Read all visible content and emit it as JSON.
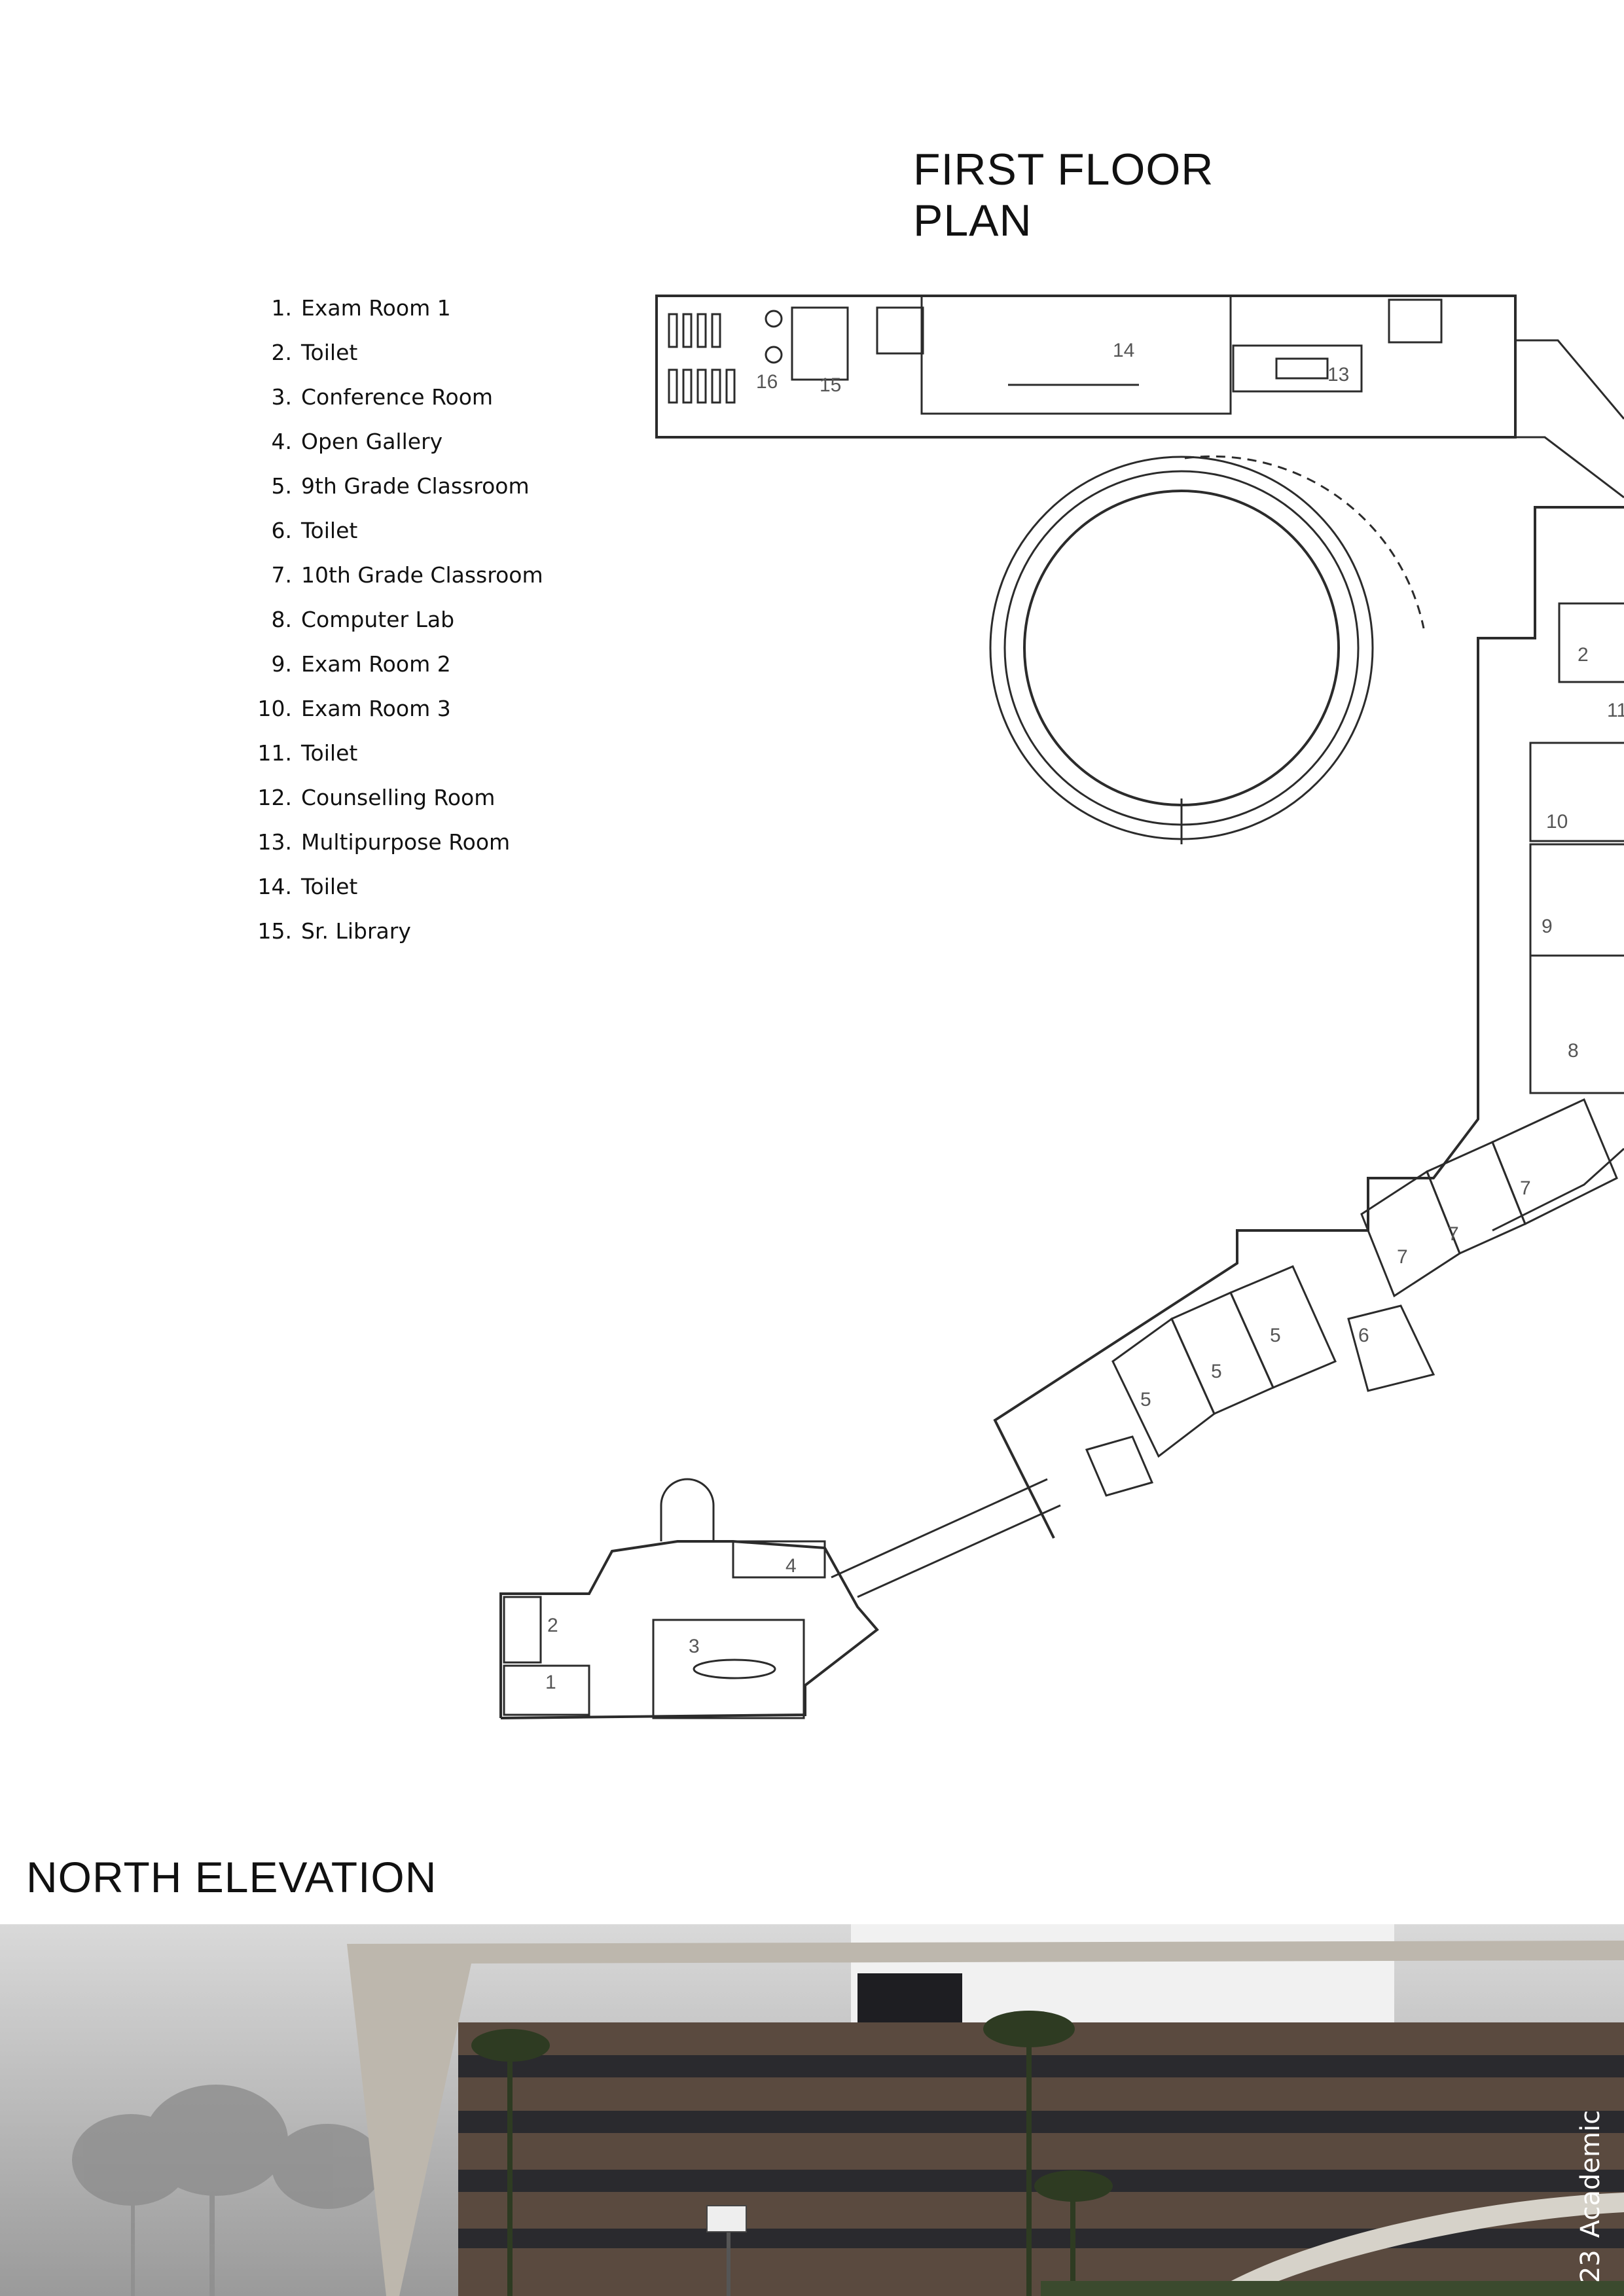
{
  "plan_title": "FIRST FLOOR PLAN",
  "elevation_title": "NORTH ELEVATION",
  "legend": [
    {
      "num": "1.",
      "label": "Exam Room 1"
    },
    {
      "num": "2.",
      "label": "Toilet"
    },
    {
      "num": "3.",
      "label": "Conference Room"
    },
    {
      "num": "4.",
      "label": "Open Gallery"
    },
    {
      "num": "5.",
      "label": "9th Grade Classroom"
    },
    {
      "num": "6.",
      "label": "Toilet"
    },
    {
      "num": "7.",
      "label": "10th Grade Classroom"
    },
    {
      "num": "8.",
      "label": "Computer Lab"
    },
    {
      "num": "9.",
      "label": "Exam Room 2"
    },
    {
      "num": "10.",
      "label": "Exam Room 3"
    },
    {
      "num": "11.",
      "label": "Toilet"
    },
    {
      "num": "12.",
      "label": "Counselling Room"
    },
    {
      "num": "13.",
      "label": "Multipurpose Room"
    },
    {
      "num": "14.",
      "label": "Toilet"
    },
    {
      "num": "15.",
      "label": "Sr. Library"
    }
  ],
  "plan_room_numbers": {
    "r1": "1",
    "r2a": "2",
    "r2b": "2",
    "r3": "3",
    "r4": "4",
    "r5a": "5",
    "r5b": "5",
    "r5c": "5",
    "r6": "6",
    "r7a": "7",
    "r7b": "7",
    "r7c": "7",
    "r8": "8",
    "r9": "9",
    "r10": "10",
    "r11": "11",
    "r13": "13",
    "r14": "14",
    "r15": "15",
    "r16": "16"
  },
  "side_label": {
    "page": "23",
    "section": "Academic"
  },
  "colors": {
    "line": "#2b2b2b",
    "ink": "#111111",
    "fog": "#b9b9b9",
    "brick": "#5a4a3f",
    "canopy": "#bdb7ad"
  }
}
